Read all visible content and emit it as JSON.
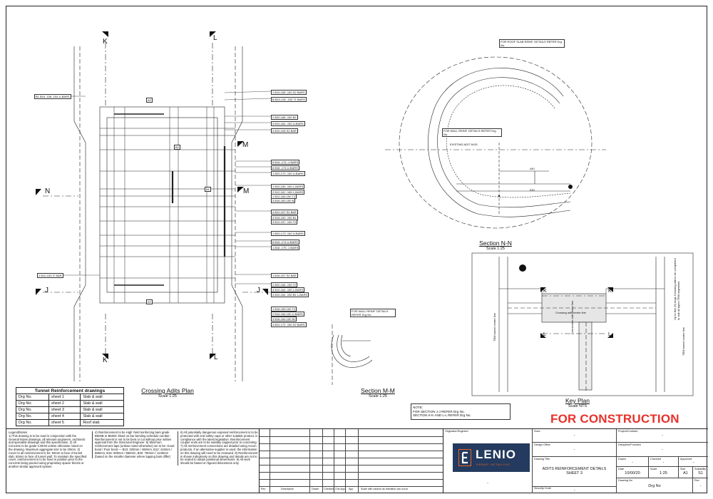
{
  "plan_k": "K",
  "plan_l": "L",
  "plan_n": "N",
  "plan_j": "J",
  "plan_m": "M",
  "n_label": "N",
  "j_label": "J",
  "m_label": "M",
  "plan_left_bar": "B1 B16 -108 -154 U-BARS",
  "plan_left_bar2": "1 B12-153 3\" BAR",
  "plan_right_bars": [
    "1 B10-158 -150 S2 BARS",
    "B B10-152 -150 T1 BARS",
    "2 B20-168 -150 B2",
    "3 B10-164 -150 U-BARS",
    "4 B10-108 S2 BAR",
    "5 B16 -175 -1 BARS",
    "6 B16 -174 U-BARS",
    "1 B20-173 -150 U-BARS",
    "1 B10-150 -150 L-BARS",
    "2 B12-161 -165 L-BARS",
    "1 B12-164-150 T2",
    "3 B16-160-150 B",
    "4 B12-157 S2 BAR",
    "3 B16-163 -150 B1",
    "3 B12-157 -150 T2",
    "1 B20-173 -150 U-BARS",
    "6 B16 -174 U-BARS",
    "1 B16 -175 -1 BARS"
  ],
  "plan_right_bars_lower": [
    "1 B16-157 S2 BAR",
    "2 B20-166 -150 T2",
    "3 B12-164 -150 L-BARS",
    "4 B10-164 -150 B1 L-BARS"
  ],
  "m_bars": [
    "1 B16-165-150 T2",
    "2 B16-166-150 U-BARS",
    "3 B16-164-150 B1",
    "4 B12-172 -150 S2 BARS"
  ],
  "m_detail_note": "FOR WALL REINF. DETAILS REFER Drg No.",
  "n_roof_note": "FOR ROOF SLAB REINF. DETAILS REFER Drg No.",
  "n_wall_note": "FOR WALL REINF. DETAILS REFER Drg No.",
  "n_existing": "EXISTING ADIT AXIS",
  "n_dims": [
    "440",
    "530"
  ],
  "plan_title": "Crossing Adits Plan",
  "plan_scale": "Scale 1:25",
  "m_title": "Section M-M",
  "m_scale": "Scale 1:25",
  "n_title": "Section N-N",
  "n_scale": "Scale 1:25",
  "key_title": "Key Plan",
  "key_scale": "Scale NTS",
  "key_crossing": "Crossing adit centre line",
  "key_conn": "Connection adit centre line",
  "key_tbm_l": "TBM tunnel centre line",
  "key_tbm_r": "TBM tunnel centre line",
  "key_side": "Up to five (5) rings Crossing adit to be completed to suit all types TBM segments",
  "drawings_table": {
    "header": "Tunnel Reinforcement drawings",
    "rows": [
      [
        "Drg No.",
        "sheet 1",
        "Slab & wall"
      ],
      [
        "Drg No.",
        "sheet 2",
        "Slab & wall"
      ],
      [
        "Drg No.",
        "sheet 3",
        "Slab & wall"
      ],
      [
        "Drg No.",
        "sheet 4",
        "Slab & wall"
      ],
      [
        "Drg No.",
        "sheet 5",
        "Roof slab"
      ]
    ]
  },
  "note": {
    "title": "NOTE:",
    "l1": "FOR SECTION J-J REFER Drg No.",
    "l2": "SECTION K-K AND L-L REFER Drg No."
  },
  "for_construction": "FOR CONSTRUCTION",
  "legend": {
    "head": "Legend/Notes",
    "c1": "1) This drawing is to be read in conjunction with the General Notes drawings, all relevant engineers, architects and specialist drawings and this specification. 2) All Concrete to be grade C30/40 unless otherwise noted on the drawing. Maximum aggregate size to be 20mm. 3) Cover to all reinforcement to be: 50mm to face of tunnel slab, 50mm to face of tunnel wall. To maintain the specified cover, reinforcement is to be fixed in position prior to the concrete being poured using proprietary spacer blocks or another similar approved system.",
    "c2": "4) Reinforcement to be High Yield reinforcing bars grade B500B or B500C listed on bar bending schedule number. Reinforcement is not to be bent or cut without prior written approval from the Structural Engineer. 5) Minimum reinforcement laps (unless noted otherwise) are to be: Good bond / Poor bond — B10: 320mm / 460mm, B12: 410mm / 585mm, B16: 600mm / 860mm, B20: 790mm / 1130mm (based on the smaller diameter where lapping bars differ)",
    "c3": "6) All potentially dangerous exposed reinforcement is to be protected with end safety caps or other suitable product, in compliance with the latest legislation. Reinforcement coupler ends are to be suitably capped prior to concreting. 7) All reinforcement connections are detailed using Ancon products. If an alternative supplier is used, the information on this drawing will need to be reviewed. 8) Reinforcement is shown indicatively on this drawing and details are not to be scaled to obtain positional dimensions. 9) All work should be based on figured dimensions only."
  },
  "revisions": {
    "rev": "Rev",
    "desc": "Description",
    "drwn": "Drawn",
    "chkd": "Checked",
    "ckd_app": "Chk App",
    "app": "App",
    "scale_note": "Scale with caution as transition can occur"
  },
  "title_block": {
    "originator_label": "Originator/Engineer",
    "zone_label": "Zone",
    "project_label": "Project/Contract",
    "design_office_label": "Design Office",
    "discipline_label": "Discipline/Function",
    "drawing_title_label": "Drawing Title",
    "drawn_label": "Drawn",
    "checked_label": "Checked",
    "approved_label": "Approved",
    "date_label": "Date",
    "scale_label": "Scale",
    "size_label": "Size",
    "suitability_label": "Suitability",
    "security_label": "Security Code",
    "drg_label": "Drawing No",
    "rev_label": "Rev",
    "drawing_title": "ADITS REINFORCEMENT DETAILS SHEET 3",
    "date": "10/00/20",
    "scale": "1:25",
    "size": "A1",
    "suitability": "S1",
    "drg_no": "Drg No",
    "dash": "-",
    "logo_name": "LENIO",
    "logo_sub": "REBAR DETAILING"
  }
}
